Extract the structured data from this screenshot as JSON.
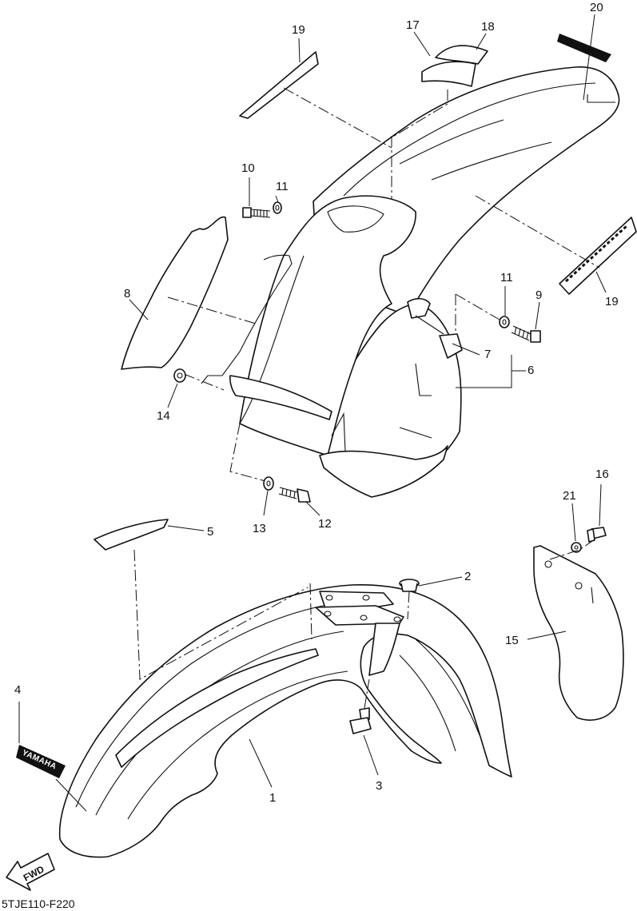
{
  "diagram_code": "5TJE110-F220",
  "fwd_label": "FWD",
  "brand_decal": "YAMAHA",
  "callouts": {
    "c1": "1",
    "c2": "2",
    "c3": "3",
    "c4": "4",
    "c5": "5",
    "c6": "6",
    "c7": "7",
    "c8": "8",
    "c9": "9",
    "c10": "10",
    "c11a": "11",
    "c11b": "11",
    "c12": "12",
    "c13": "13",
    "c14": "14",
    "c15": "15",
    "c16": "16",
    "c17": "17",
    "c18": "18",
    "c19a": "19",
    "c19b": "19",
    "c20": "20",
    "c21": "21"
  }
}
